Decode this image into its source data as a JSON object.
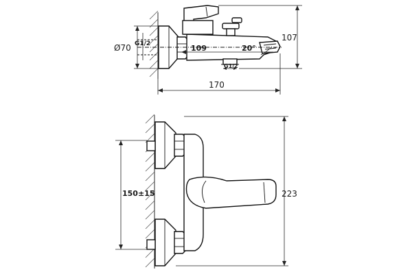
{
  "top_view": {
    "diameter_label": "Ø70",
    "thread_label_left": "G1/2",
    "reach_label": "109",
    "angle_label": "20°",
    "thread_label_bottom": "G1/2",
    "height_label": "107",
    "width_label": "170"
  },
  "front_view": {
    "spacing_label": "150±15",
    "height_label": "223"
  }
}
